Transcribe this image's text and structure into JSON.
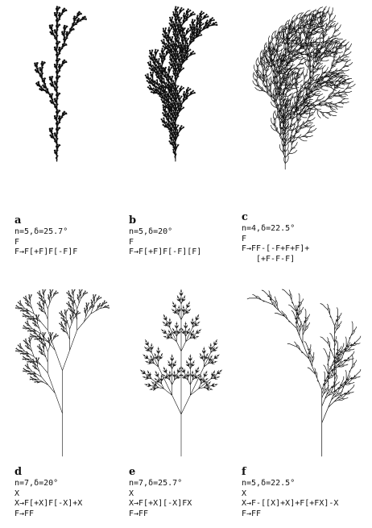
{
  "panels": [
    {
      "letter": "a",
      "params": "n=5,δ=25.7°",
      "axiom": "F",
      "rules": [
        "F→F[+F]F[-F]F"
      ]
    },
    {
      "letter": "b",
      "params": "n=5,δ=20°",
      "axiom": "F",
      "rules": [
        "F→F[+F]F[-F][F]"
      ]
    },
    {
      "letter": "c",
      "params": "n=4,δ=22.5°",
      "axiom": "F",
      "rules": [
        "F→FF-[-F+F+F]+",
        "[+F-F-F]"
      ]
    },
    {
      "letter": "d",
      "params": "n=7,δ=20°",
      "axiom": "X",
      "rules": [
        "X→F[+X]F[-X]+X",
        "F→FF"
      ]
    },
    {
      "letter": "e",
      "params": "n=7,δ=25.7°",
      "axiom": "X",
      "rules": [
        "X→F[+X][-X]FX",
        "F→FF"
      ]
    },
    {
      "letter": "f",
      "params": "n=5,δ=22.5°",
      "axiom": "X",
      "rules": [
        "X→F-[[X]+X]+F[+FX]-X",
        "F→FF"
      ]
    }
  ],
  "style": {
    "ink": "#111111",
    "background": "#ffffff"
  }
}
